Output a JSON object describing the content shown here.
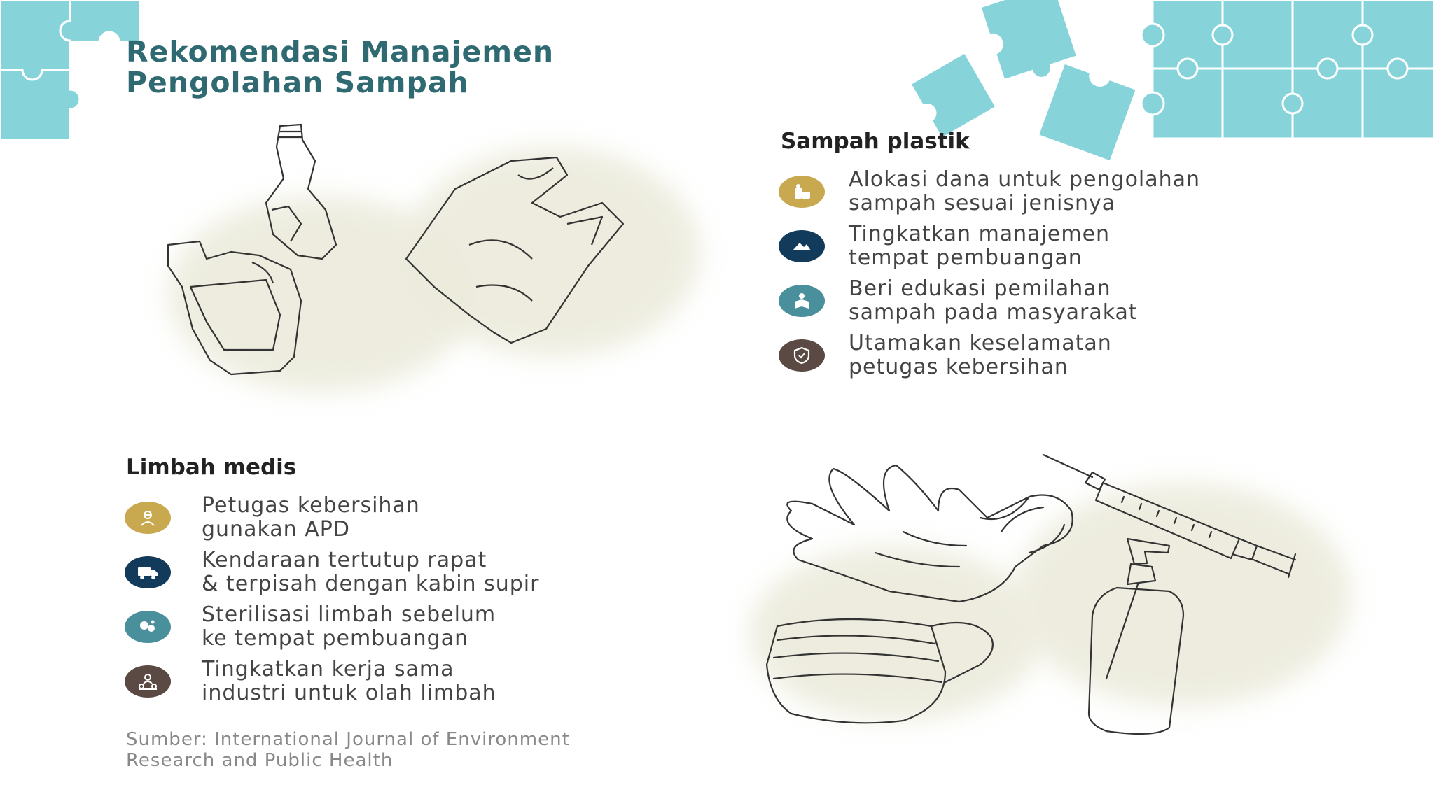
{
  "title": {
    "line1": "Rekomendasi Manajemen",
    "line2": "Pengolahan Sampah"
  },
  "colors": {
    "puzzle": "#86d3da",
    "title": "#2f6a72",
    "gold": "#c8a94f",
    "navy": "#123a5a",
    "teal": "#4a8f9c",
    "brown": "#5a4a43"
  },
  "plastic": {
    "heading": "Sampah plastik",
    "items": [
      {
        "icon": "money-icon",
        "color": "#c8a94f",
        "line1": "Alokasi dana untuk pengolahan",
        "line2": "sampah sesuai jenisnya"
      },
      {
        "icon": "landfill-icon",
        "color": "#123a5a",
        "line1": "Tingkatkan manajemen",
        "line2": "tempat pembuangan"
      },
      {
        "icon": "education-icon",
        "color": "#4a8f9c",
        "line1": "Beri edukasi pemilahan",
        "line2": "sampah pada masyarakat"
      },
      {
        "icon": "shield-icon",
        "color": "#5a4a43",
        "line1": "Utamakan keselamatan",
        "line2": "petugas kebersihan"
      }
    ]
  },
  "medical": {
    "heading": "Limbah medis",
    "items": [
      {
        "icon": "ppe-worker-icon",
        "color": "#c8a94f",
        "line1": "Petugas kebersihan",
        "line2": "gunakan APD"
      },
      {
        "icon": "truck-icon",
        "color": "#123a5a",
        "line1": "Kendaraan tertutup rapat",
        "line2": "& terpisah dengan kabin supir"
      },
      {
        "icon": "sterilize-icon",
        "color": "#4a8f9c",
        "line1": "Sterilisasi limbah sebelum",
        "line2": "ke tempat pembuangan"
      },
      {
        "icon": "collaboration-icon",
        "color": "#5a4a43",
        "line1": "Tingkatkan kerja sama",
        "line2": "industri untuk olah limbah"
      }
    ]
  },
  "source": {
    "line1": "Sumber: International Journal of Environment",
    "line2": "Research and Public Health"
  }
}
